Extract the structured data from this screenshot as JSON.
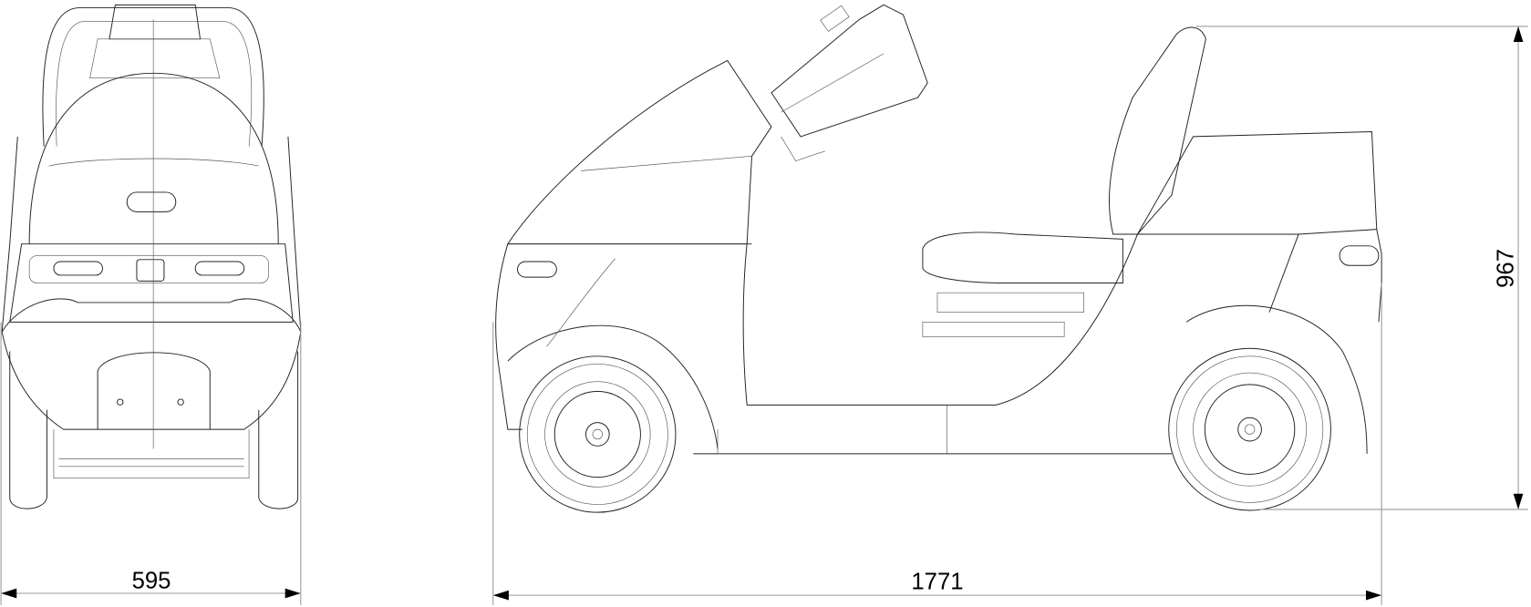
{
  "drawing": {
    "views": [
      "front-view",
      "side-view"
    ],
    "dimensions": {
      "width": "595",
      "length": "1771",
      "height": "967"
    },
    "line_color": "#222222",
    "dimension_line_color": "#999999"
  }
}
